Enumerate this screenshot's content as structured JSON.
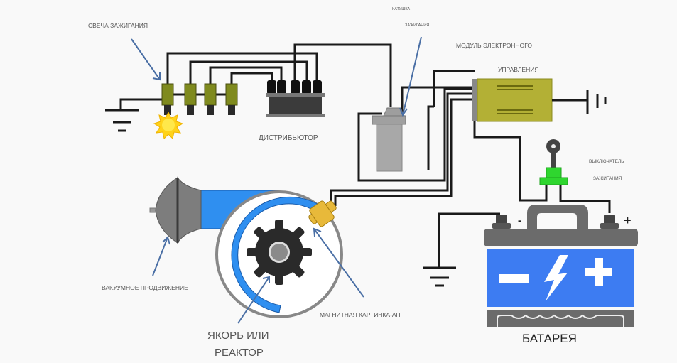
{
  "diagram": {
    "title": "Electronic ignition system",
    "labels": {
      "spark_plug": "СВЕЧА ЗАЖИГАНИЯ",
      "coil_line1": "КАТУШКА",
      "coil_line2": "ЗАЖИГАНИЯ",
      "ecu_line1": "МОДУЛЬ ЭЛЕКТРОННОГО",
      "ecu_line2": "УПРАВЛЕНИЯ",
      "distributor": "ДИСТРИБЬЮТОР",
      "switch_line1": "ВЫКЛЮЧАТЕЛЬ",
      "switch_line2": "ЗАЖИГАНИЯ",
      "vacuum": "ВАКУУМНОЕ ПРОДВИЖЕНИЕ",
      "pickup": "МАГНИТНАЯ КАРТИНКА-АП",
      "armature_line1": "ЯКОРЬ ИЛИ",
      "armature_line2": "РЕАКТОР",
      "battery": "БАТАРЕЯ",
      "battery_minus": "-",
      "battery_plus": "+"
    },
    "components": [
      "spark-plugs",
      "distributor-cap",
      "ignition-coil",
      "control-module",
      "ignition-switch",
      "battery",
      "vacuum-advance",
      "reluctor",
      "magnetic-pickup",
      "ground"
    ],
    "colors": {
      "wire": "#1a1a1a",
      "plug": "#7f8a1e",
      "module": "#b3b035",
      "switch": "#2fd62f",
      "blue": "#2f8ff0",
      "battery_blue": "#3d7cf2",
      "pickup": "#e8b93a",
      "gray": "#6b6b6b",
      "arrow": "#4a6fa5"
    }
  }
}
